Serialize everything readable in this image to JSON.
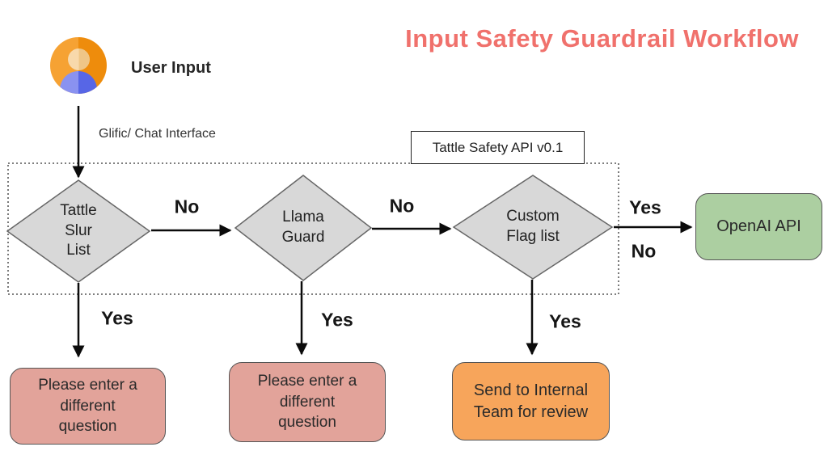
{
  "title": "Input Safety Guardrail Workflow",
  "colors": {
    "title": "#f0716c",
    "diamond_fill": "#d8d8d8",
    "diamond_stroke": "#666666",
    "pink_fill": "#e2a39a",
    "green_fill": "#accfa1",
    "orange_fill": "#f7a55b",
    "node_stroke": "#555555",
    "arrow": "#0b0b0b",
    "avatar_orange_left": "#f6a233",
    "avatar_orange_right": "#ee8c0c",
    "avatar_skin_left": "#f8d9ab",
    "avatar_skin_right": "#efc687",
    "avatar_body_left": "#8a92f0",
    "avatar_body_right": "#5766e6"
  },
  "user": {
    "label": "User Input",
    "channel_label": "Glific/ Chat Interface"
  },
  "group": {
    "label": "Tattle Safety API v0.1"
  },
  "checks": [
    {
      "label": "Tattle\nSlur\nList"
    },
    {
      "label": "Llama\nGuard"
    },
    {
      "label": "Custom\nFlag list"
    }
  ],
  "edges": {
    "no_1": "No",
    "no_2": "No",
    "yes_openai": "Yes",
    "no_openai": "No",
    "yes_1": "Yes",
    "yes_2": "Yes",
    "yes_3": "Yes"
  },
  "results": {
    "openai": "OpenAI API",
    "outcome_1": "Please enter a\ndifferent\nquestion",
    "outcome_2": "Please enter a\ndifferent\nquestion",
    "outcome_3": "Send to Internal\nTeam for review"
  }
}
